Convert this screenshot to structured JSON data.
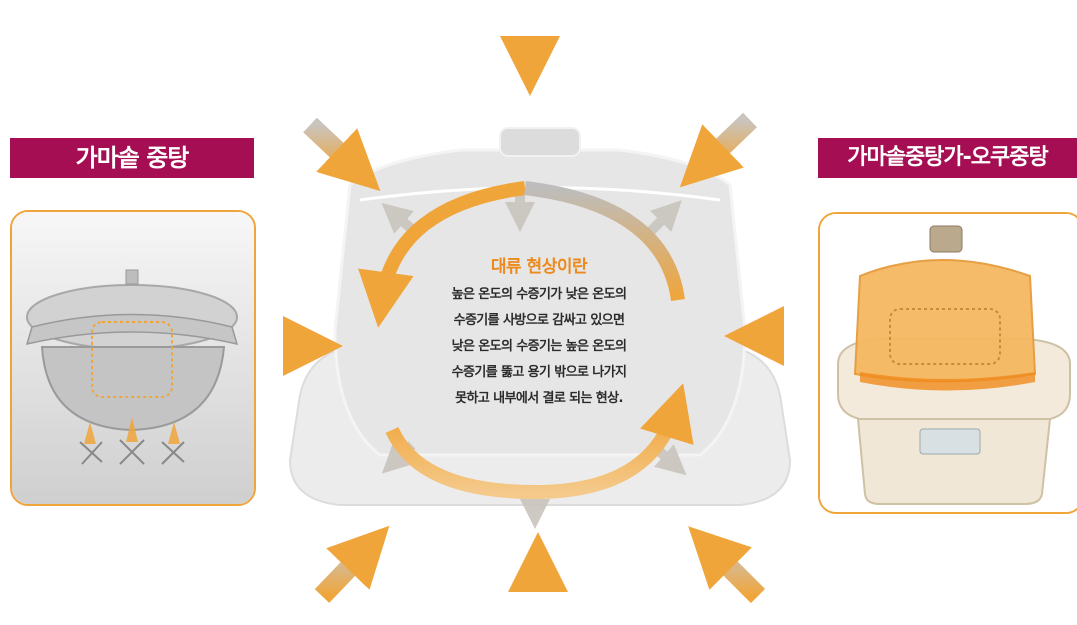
{
  "labels": {
    "left_title": "가마솥 중탕",
    "right_title": "가마솥중탕가-오쿠중탕"
  },
  "description": {
    "title": "대류 현상이란",
    "lines": [
      "높은 온도의 수증기가 낮은 온도의",
      "수증기를 사방으로 감싸고 있으면",
      "낮은 온도의 수증기는 높은 온도의",
      "수증기를 뚫고 용기 밖으로 나가지",
      "못하고 내부에서 결로 되는 현상."
    ]
  },
  "colors": {
    "accent_orange": "#f0a53a",
    "banner_magenta": "#a50e52",
    "title_orange": "#ec8a1c",
    "arrow_gray": "#b8b8b8"
  },
  "icons": [
    "inward-arrow-icon",
    "outward-arrow-icon",
    "circulation-arrow-icon",
    "cauldron-icon",
    "cooker-icon"
  ]
}
